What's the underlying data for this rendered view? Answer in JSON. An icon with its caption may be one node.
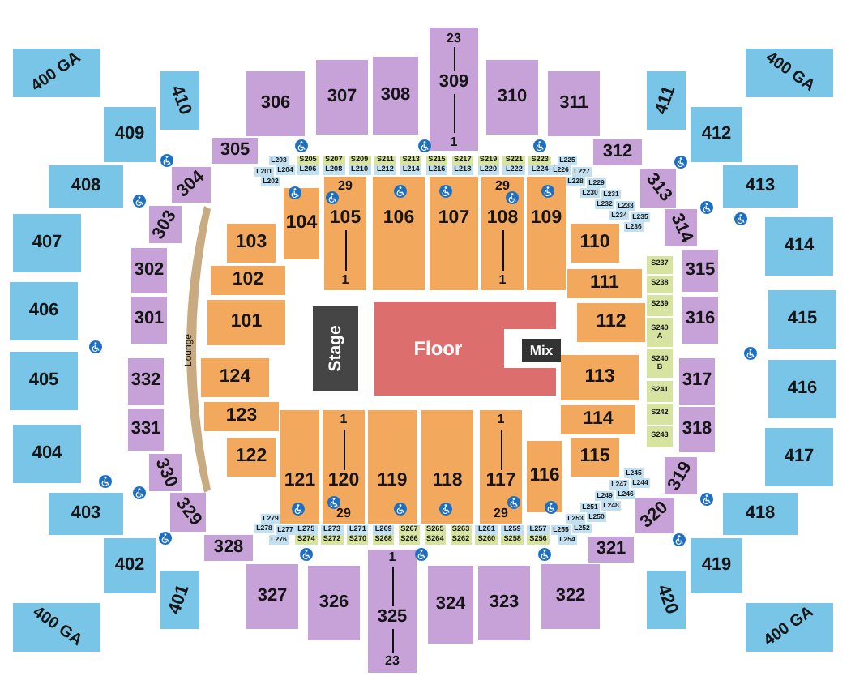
{
  "diagram": {
    "nodes": [
      {
        "text": [
          "Stage"
        ]
      },
      {
        "text": [
          "Floor"
        ]
      },
      {
        "text": [
          "Mix"
        ]
      },
      {
        "text": [
          "Lounge"
        ]
      },
      {
        "text": [
          "101"
        ]
      },
      {
        "text": [
          "102"
        ]
      },
      {
        "text": [
          "103"
        ]
      },
      {
        "text": [
          "104"
        ]
      },
      {
        "text": [
          "29",
          "105",
          "1"
        ]
      },
      {
        "text": [
          "106"
        ]
      },
      {
        "text": [
          "107"
        ]
      },
      {
        "text": [
          "29",
          "108",
          "1"
        ]
      },
      {
        "text": [
          "109"
        ]
      },
      {
        "text": [
          "110"
        ]
      },
      {
        "text": [
          "111"
        ]
      },
      {
        "text": [
          "112"
        ]
      },
      {
        "text": [
          "113"
        ]
      },
      {
        "text": [
          "114"
        ]
      },
      {
        "text": [
          "115"
        ]
      },
      {
        "text": [
          "116"
        ]
      },
      {
        "text": [
          "1",
          "117",
          "29"
        ]
      },
      {
        "text": [
          "118"
        ]
      },
      {
        "text": [
          "119"
        ]
      },
      {
        "text": [
          "1",
          "120",
          "29"
        ]
      },
      {
        "text": [
          "121"
        ]
      },
      {
        "text": [
          "122"
        ]
      },
      {
        "text": [
          "123"
        ]
      },
      {
        "text": [
          "124"
        ]
      },
      {
        "text": [
          "301"
        ]
      },
      {
        "text": [
          "302"
        ]
      },
      {
        "text": [
          "303"
        ]
      },
      {
        "text": [
          "304"
        ]
      },
      {
        "text": [
          "305"
        ]
      },
      {
        "text": [
          "306"
        ]
      },
      {
        "text": [
          "307"
        ]
      },
      {
        "text": [
          "308"
        ]
      },
      {
        "text": [
          "23",
          "309",
          "1"
        ]
      },
      {
        "text": [
          "310"
        ]
      },
      {
        "text": [
          "311"
        ]
      },
      {
        "text": [
          "312"
        ]
      },
      {
        "text": [
          "313"
        ]
      },
      {
        "text": [
          "314"
        ]
      },
      {
        "text": [
          "315"
        ]
      },
      {
        "text": [
          "316"
        ]
      },
      {
        "text": [
          "317"
        ]
      },
      {
        "text": [
          "318"
        ]
      },
      {
        "text": [
          "319"
        ]
      },
      {
        "text": [
          "320"
        ]
      },
      {
        "text": [
          "321"
        ]
      },
      {
        "text": [
          "322"
        ]
      },
      {
        "text": [
          "323"
        ]
      },
      {
        "text": [
          "324"
        ]
      },
      {
        "text": [
          "1",
          "325",
          "23"
        ]
      },
      {
        "text": [
          "326"
        ]
      },
      {
        "text": [
          "327"
        ]
      },
      {
        "text": [
          "328"
        ]
      },
      {
        "text": [
          "329"
        ]
      },
      {
        "text": [
          "330"
        ]
      },
      {
        "text": [
          "331"
        ]
      },
      {
        "text": [
          "332"
        ]
      },
      {
        "text": [
          "401"
        ]
      },
      {
        "text": [
          "402"
        ]
      },
      {
        "text": [
          "403"
        ]
      },
      {
        "text": [
          "404"
        ]
      },
      {
        "text": [
          "405"
        ]
      },
      {
        "text": [
          "406"
        ]
      },
      {
        "text": [
          "407"
        ]
      },
      {
        "text": [
          "408"
        ]
      },
      {
        "text": [
          "409"
        ]
      },
      {
        "text": [
          "410"
        ]
      },
      {
        "text": [
          "411"
        ]
      },
      {
        "text": [
          "412"
        ]
      },
      {
        "text": [
          "413"
        ]
      },
      {
        "text": [
          "414"
        ]
      },
      {
        "text": [
          "415"
        ]
      },
      {
        "text": [
          "416"
        ]
      },
      {
        "text": [
          "417"
        ]
      },
      {
        "text": [
          "418"
        ]
      },
      {
        "text": [
          "419"
        ]
      },
      {
        "text": [
          "420"
        ]
      },
      {
        "text": [
          "400 GA"
        ]
      },
      {
        "text": [
          "400 GA"
        ]
      },
      {
        "text": [
          "400 GA"
        ]
      },
      {
        "text": [
          "400 GA"
        ]
      },
      {
        "text": [
          "L201"
        ]
      },
      {
        "text": [
          "L202"
        ]
      },
      {
        "text": [
          "L203"
        ]
      },
      {
        "text": [
          "L204"
        ]
      },
      {
        "text": [
          "S205"
        ]
      },
      {
        "text": [
          "L206"
        ]
      },
      {
        "text": [
          "S207"
        ]
      },
      {
        "text": [
          "L208"
        ]
      },
      {
        "text": [
          "S209"
        ]
      },
      {
        "text": [
          "L210"
        ]
      },
      {
        "text": [
          "S211"
        ]
      },
      {
        "text": [
          "L212"
        ]
      },
      {
        "text": [
          "S213"
        ]
      },
      {
        "text": [
          "L214"
        ]
      },
      {
        "text": [
          "S215"
        ]
      },
      {
        "text": [
          "L216"
        ]
      },
      {
        "text": [
          "S217"
        ]
      },
      {
        "text": [
          "L218"
        ]
      },
      {
        "text": [
          "S219"
        ]
      },
      {
        "text": [
          "L220"
        ]
      },
      {
        "text": [
          "S221"
        ]
      },
      {
        "text": [
          "L222"
        ]
      },
      {
        "text": [
          "S223"
        ]
      },
      {
        "text": [
          "L224"
        ]
      },
      {
        "text": [
          "L225"
        ]
      },
      {
        "text": [
          "L226"
        ]
      },
      {
        "text": [
          "L227"
        ]
      },
      {
        "text": [
          "L228"
        ]
      },
      {
        "text": [
          "L229"
        ]
      },
      {
        "text": [
          "L230"
        ]
      },
      {
        "text": [
          "L231"
        ]
      },
      {
        "text": [
          "L232"
        ]
      },
      {
        "text": [
          "L233"
        ]
      },
      {
        "text": [
          "L234"
        ]
      },
      {
        "text": [
          "L235"
        ]
      },
      {
        "text": [
          "L236"
        ]
      },
      {
        "text": [
          "S237"
        ]
      },
      {
        "text": [
          "S238"
        ]
      },
      {
        "text": [
          "S239"
        ]
      },
      {
        "text": [
          "S240 A"
        ]
      },
      {
        "text": [
          "S240 B"
        ]
      },
      {
        "text": [
          "S241"
        ]
      },
      {
        "text": [
          "S242"
        ]
      },
      {
        "text": [
          "S243"
        ]
      },
      {
        "text": [
          "L244"
        ]
      },
      {
        "text": [
          "L245"
        ]
      },
      {
        "text": [
          "L246"
        ]
      },
      {
        "text": [
          "L247"
        ]
      },
      {
        "text": [
          "L248"
        ]
      },
      {
        "text": [
          "L249"
        ]
      },
      {
        "text": [
          "L250"
        ]
      },
      {
        "text": [
          "L251"
        ]
      },
      {
        "text": [
          "L252"
        ]
      },
      {
        "text": [
          "L253"
        ]
      },
      {
        "text": [
          "L254"
        ]
      },
      {
        "text": [
          "L255"
        ]
      },
      {
        "text": [
          "S256"
        ]
      },
      {
        "text": [
          "L257"
        ]
      },
      {
        "text": [
          "S258"
        ]
      },
      {
        "text": [
          "L259"
        ]
      },
      {
        "text": [
          "S260"
        ]
      },
      {
        "text": [
          "L261"
        ]
      },
      {
        "text": [
          "S262"
        ]
      },
      {
        "text": [
          "S263"
        ]
      },
      {
        "text": [
          "S264"
        ]
      },
      {
        "text": [
          "S265"
        ]
      },
      {
        "text": [
          "S266"
        ]
      },
      {
        "text": [
          "S267"
        ]
      },
      {
        "text": [
          "S268"
        ]
      },
      {
        "text": [
          "L269"
        ]
      },
      {
        "text": [
          "S270"
        ]
      },
      {
        "text": [
          "L271"
        ]
      },
      {
        "text": [
          "S272"
        ]
      },
      {
        "text": [
          "L273"
        ]
      },
      {
        "text": [
          "S274"
        ]
      },
      {
        "text": [
          "L275"
        ]
      },
      {
        "text": [
          "L276"
        ]
      },
      {
        "text": [
          "L277"
        ]
      },
      {
        "text": [
          "L278"
        ]
      },
      {
        "text": [
          "L279"
        ]
      }
    ]
  }
}
